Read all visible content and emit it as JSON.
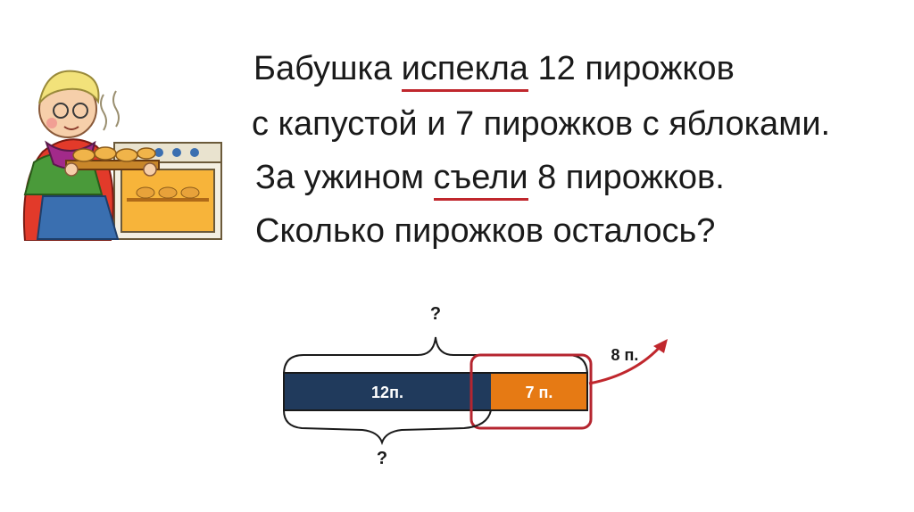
{
  "problem": {
    "line1_pre": "Бабушка ",
    "line1_hl": "испекла",
    "line1_post": " 12 пирожков",
    "line2": "с капустой и 7 пирожков с яблоками.",
    "line3_pre": "За ужином ",
    "line3_hl": "съели",
    "line3_post": " 8 пирожков.",
    "line4": "Сколько пирожков осталось?"
  },
  "diagram": {
    "segment_cabbage_label": "12п.",
    "segment_apple_label": "7 п.",
    "eaten_label": "8 п.",
    "top_question": "?",
    "bottom_question": "?"
  },
  "colors": {
    "segment_cabbage": "#203a5c",
    "segment_apple": "#e67a14",
    "highlight": "#c0272d",
    "text": "#1a1a1a"
  }
}
